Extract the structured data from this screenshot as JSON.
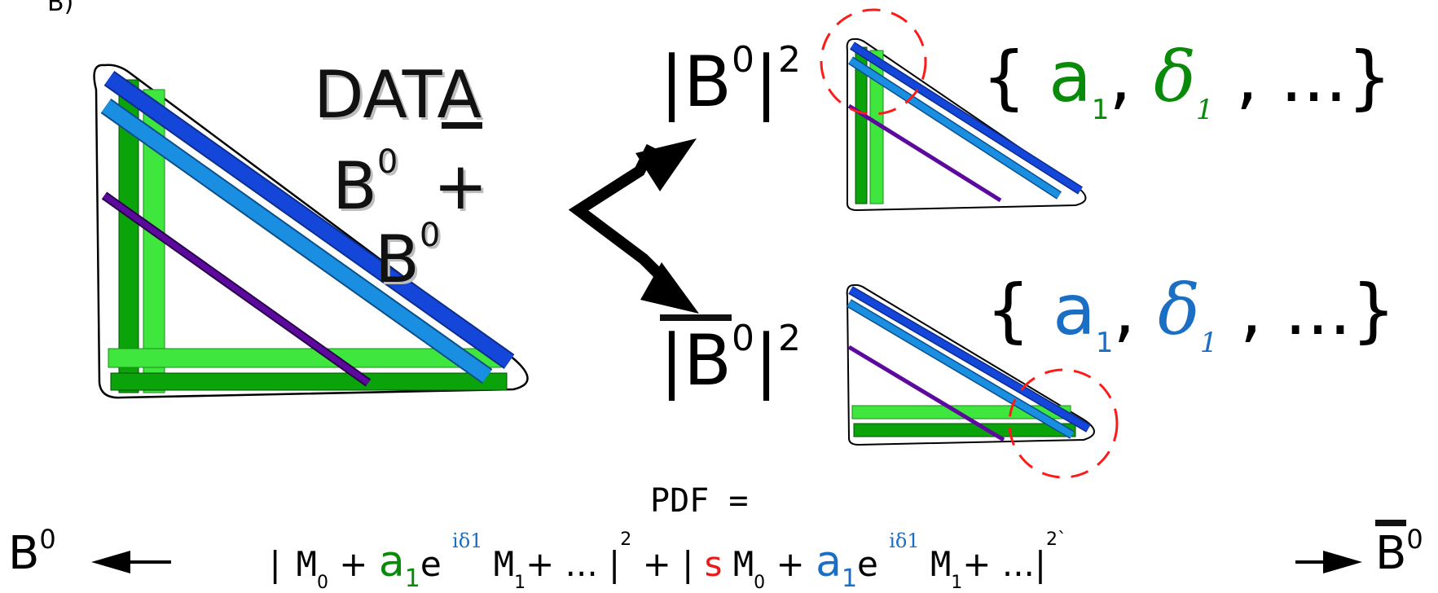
{
  "corner_text": "B)",
  "left_block": {
    "title": "DATA",
    "b_symbol": "B",
    "b_sup": "0",
    "plus": "+",
    "bbar_symbol": "B",
    "bbar_sup": "0"
  },
  "top_right": {
    "amp_label": "|B",
    "amp_sup_0": "0",
    "amp_close": "|",
    "amp_sup_2": "2",
    "params_open": "{",
    "param_a": "a",
    "param_a_sub": "1",
    "comma": ",",
    "param_delta": "δ",
    "param_delta_sub": "1",
    "params_tail": ", ...}",
    "param_color": "#0a8a0a"
  },
  "bottom_right": {
    "amp_label_bar": "|B",
    "amp_sup_0": "0",
    "amp_close": "|",
    "amp_sup_2": "2",
    "params_open": "{",
    "param_a": "a",
    "param_a_sub": "1",
    "comma": ",",
    "param_delta": "δ",
    "param_delta_sub": "1",
    "params_tail": ", ...}",
    "param_color": "#1a6fc4"
  },
  "formula": {
    "pdf_label": "PDF =",
    "left_edge_symbol": "B",
    "left_edge_sup": "0",
    "right_edge_symbol": "B",
    "right_edge_sup": "0",
    "part1_open": "|",
    "m0": "M",
    "m0_sub": "0",
    "plus_a": " + ",
    "a1": "a",
    "a1_sub": "1",
    "e": "e",
    "exp": "iδ1",
    "m1": "M",
    "m1_sub": "1",
    "tail1": "+ ... |",
    "sq1": "2",
    "join": " + | ",
    "s": "s",
    "tail2": "+ ...|",
    "sq2": "2`"
  },
  "colors": {
    "dark_green": "#0aa30a",
    "light_green": "#3ee63e",
    "dark_blue": "#1346d9",
    "light_blue": "#1a8ee0",
    "purple": "#5c0a9e",
    "red_dashed": "#ff1a1a"
  }
}
